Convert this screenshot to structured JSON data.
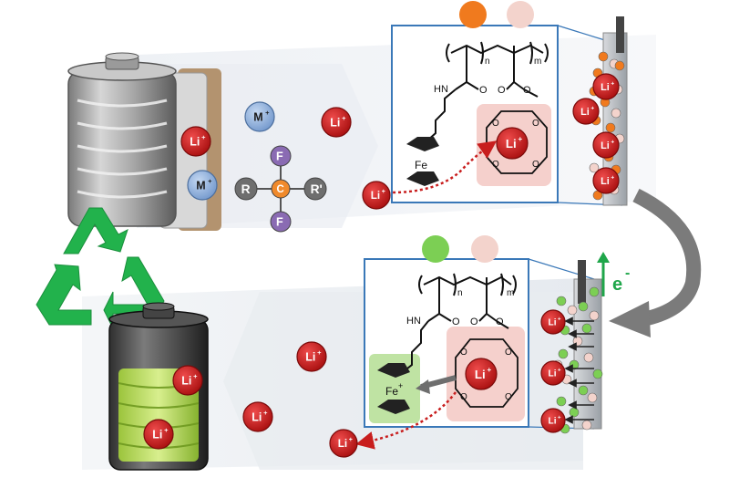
{
  "labels": {
    "ion_li": "Li",
    "ion_m": "M",
    "charge_plus": "+",
    "fe": "Fe",
    "fe_plus": "+",
    "electron": "e",
    "electron_minus": "-",
    "sub_n": "n",
    "sub_m": "m",
    "f": "F",
    "c": "C",
    "r": "R",
    "r_prime": "R'",
    "nh": "HN",
    "o": "O"
  },
  "colors": {
    "li_ion": "#c81e1e",
    "m_ion": "#8aaedc",
    "fluorine": "#8a6bb3",
    "carbon": "#f08a2c",
    "r_group": "#6e6e6e",
    "recycle": "#22b24c",
    "panel_border": "#3a78b8",
    "top_monomer_1": "#f07a1e",
    "bottom_monomer_1": "#7ccf54",
    "monomer_2": "#f3d3cc",
    "crown_highlight": "#f5d0cc",
    "ferrocenium_highlight": "#bfe3a3",
    "arrow_gray": "#7b7b7b",
    "electron_arrow": "#1fa64a"
  },
  "icons": [
    "battery-icon",
    "recycle-icon",
    "electrode-icon",
    "ferrocene-icon",
    "crown-ether-icon"
  ]
}
